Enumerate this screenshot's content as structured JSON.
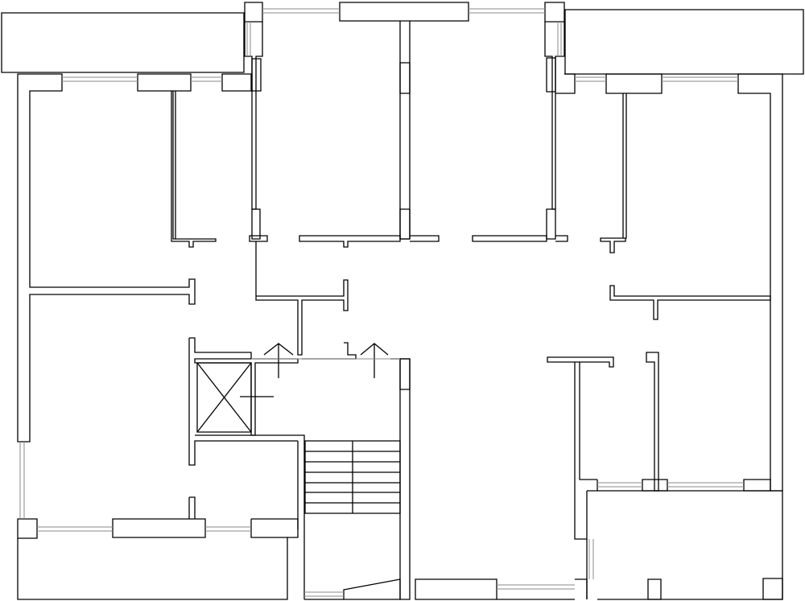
{
  "drawing": {
    "type": "architectural-floor-plan",
    "style": "black line art on white background",
    "text_labels": []
  },
  "colors": {
    "background": "#ffffff",
    "line": "#000000",
    "window_line": "#8a8a8a"
  },
  "symbols": {
    "elevator": "elevator-shaft-x-icon",
    "stairs": "stair-flight-icon",
    "entry_arrows": "up-arrow-icon",
    "windows": "window-glazing-icon"
  },
  "counts": {
    "stair_treads_visible": 7,
    "entry_arrows": 2
  }
}
